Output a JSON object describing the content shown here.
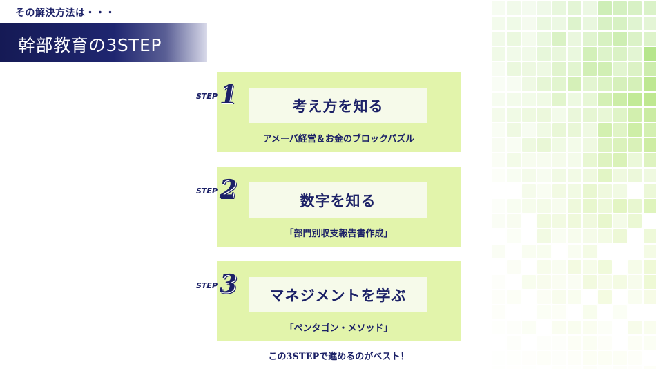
{
  "intro_text": "その解決方法は・・・",
  "title": "幹部教育の3STEP",
  "steps": [
    {
      "word": "STEP",
      "number": "1",
      "heading": "考え方を知る",
      "detail": "アメーバ経営＆お金のブロックパズル"
    },
    {
      "word": "STEP",
      "number": "2",
      "heading": "数字を知る",
      "detail": "「部門別収支報告書作成」"
    },
    {
      "word": "STEP",
      "number": "3",
      "heading": "マネジメントを学ぶ",
      "detail": "「ペンタゴン・メソッド」"
    }
  ],
  "footer_note": "この3STEPで進めるのがベスト！",
  "colors": {
    "navy": "#1c2167",
    "step_box": "#e2f4ab",
    "inner_box": "#f6faea",
    "mosaic_green": "#b4e28a"
  }
}
